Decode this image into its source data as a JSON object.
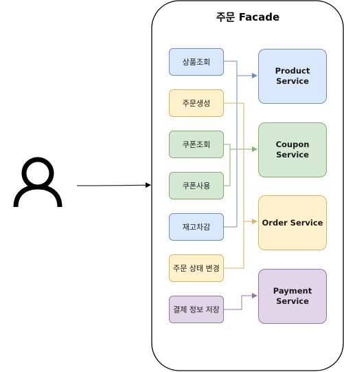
{
  "facade": {
    "title": "주문 Facade"
  },
  "actor": {
    "icon": "user-icon"
  },
  "actions": [
    {
      "label": "상품조회",
      "color": "blue"
    },
    {
      "label": "주문생성",
      "color": "yellow"
    },
    {
      "label": "쿠폰조회",
      "color": "green"
    },
    {
      "label": "쿠폰사용",
      "color": "green"
    },
    {
      "label": "재고차감",
      "color": "blue"
    },
    {
      "label": "주문 상태 변경",
      "color": "yellow"
    },
    {
      "label": "결제 정보 저장",
      "color": "purple"
    }
  ],
  "services": [
    {
      "label": "Product Service",
      "color": "blue"
    },
    {
      "label": "Coupon Service",
      "color": "green"
    },
    {
      "label": "Order Service",
      "color": "yellow"
    },
    {
      "label": "Payment Service",
      "color": "purple"
    }
  ],
  "palette": {
    "blue": {
      "fill": "#dae8fc",
      "stroke": "#6c8ebf"
    },
    "yellow": {
      "fill": "#fff2cc",
      "stroke": "#d6b656"
    },
    "green": {
      "fill": "#d5e8d4",
      "stroke": "#82b366"
    },
    "purple": {
      "fill": "#e1d5e7",
      "stroke": "#9673a6"
    }
  }
}
